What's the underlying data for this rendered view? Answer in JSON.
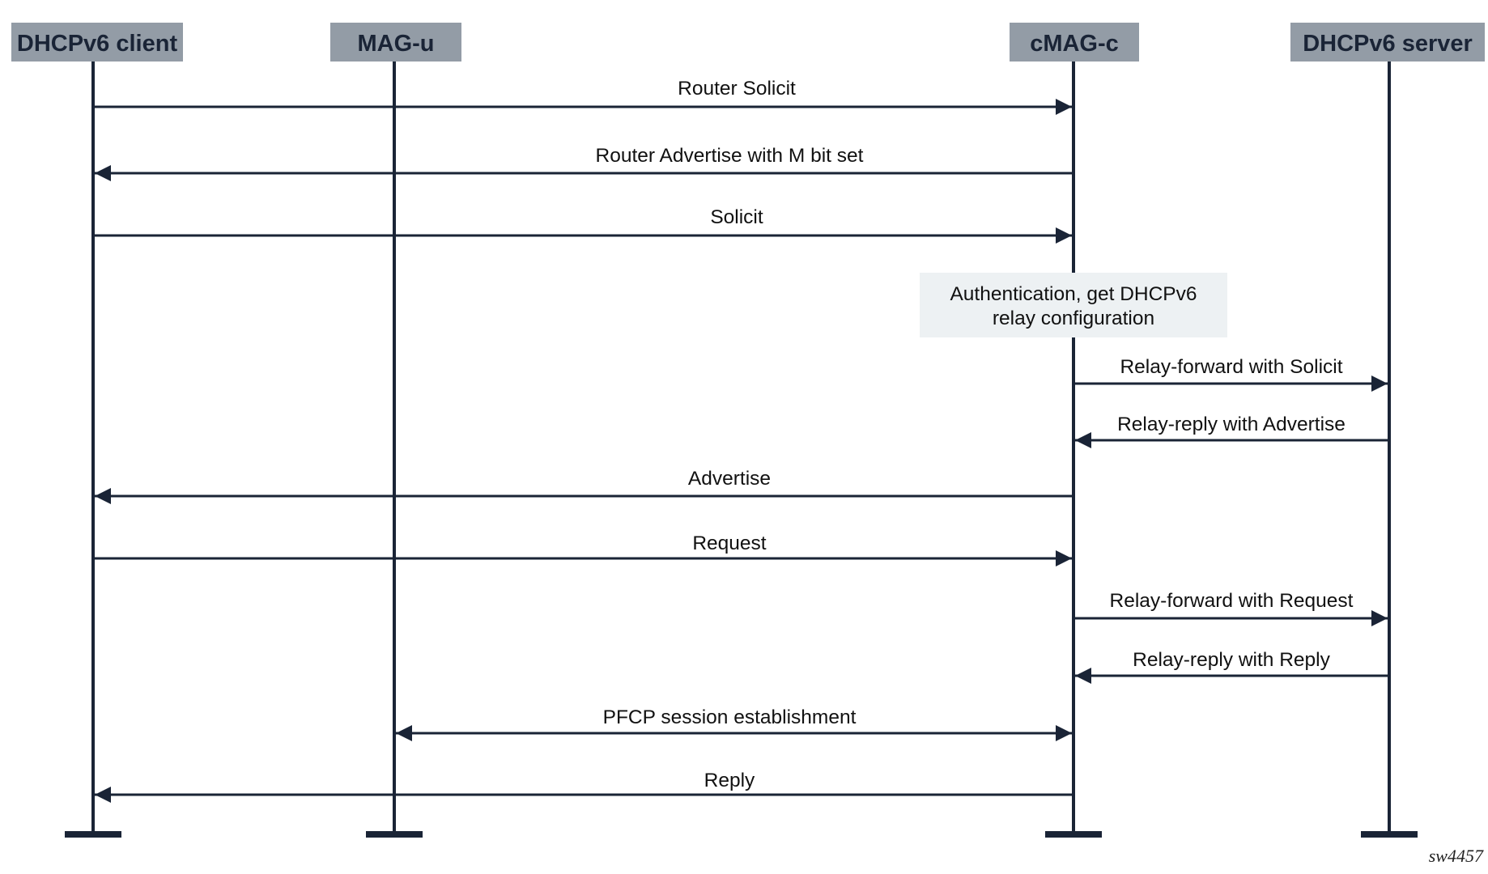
{
  "colors": {
    "line": "#1a2436",
    "actor_box": "#939ca6",
    "actor_text": "#1a2436",
    "note_bg": "#edf1f3",
    "text": "#111111"
  },
  "actors": [
    {
      "id": "client",
      "label": "DHCPv6 client"
    },
    {
      "id": "mag_u",
      "label": "MAG-u"
    },
    {
      "id": "cmag_c",
      "label": "cMAG-c"
    },
    {
      "id": "server",
      "label": "DHCPv6 server"
    }
  ],
  "messages": [
    {
      "from": "client",
      "to": "cmag_c",
      "label": "Router Solicit"
    },
    {
      "from": "cmag_c",
      "to": "client",
      "label": "Router Advertise with M bit set"
    },
    {
      "from": "client",
      "to": "cmag_c",
      "label": "Solicit"
    },
    {
      "from": "cmag_c",
      "to": "server",
      "label": "Relay-forward with Solicit"
    },
    {
      "from": "server",
      "to": "cmag_c",
      "label": "Relay-reply with Advertise"
    },
    {
      "from": "cmag_c",
      "to": "client",
      "label": "Advertise"
    },
    {
      "from": "client",
      "to": "cmag_c",
      "label": "Request"
    },
    {
      "from": "cmag_c",
      "to": "server",
      "label": "Relay-forward with Request"
    },
    {
      "from": "server",
      "to": "cmag_c",
      "label": "Relay-reply with Reply"
    },
    {
      "from": "mag_u",
      "to": "cmag_c",
      "label": "PFCP session establishment",
      "bidirectional": true
    },
    {
      "from": "cmag_c",
      "to": "client",
      "label": "Reply"
    }
  ],
  "note": {
    "actor": "cmag_c",
    "lines": [
      "Authentication, get DHCPv6",
      "relay configuration"
    ]
  },
  "figure_id": "sw4457"
}
